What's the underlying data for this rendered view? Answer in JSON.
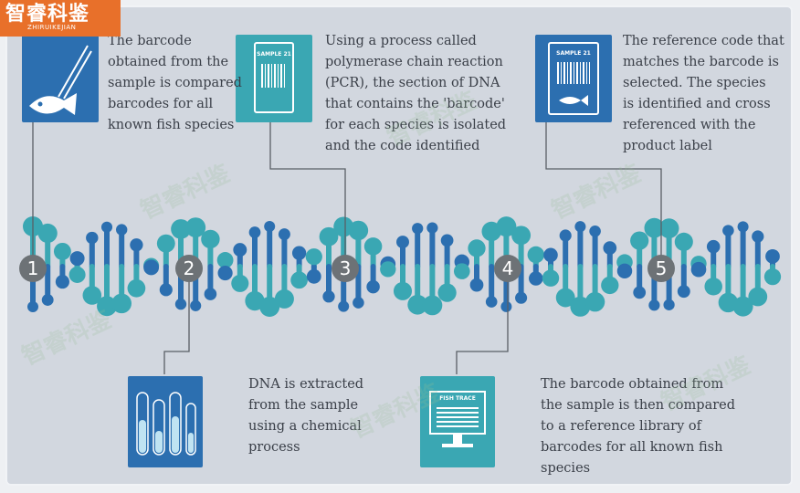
{
  "logo": {
    "main": "智睿科鉴",
    "sub": "ZHIRUIKEJIAN"
  },
  "watermarks": [
    "智睿科鉴",
    "智睿科鉴",
    "智睿科鉴",
    "智睿科鉴",
    "智睿科鉴",
    "智睿科鉴"
  ],
  "steps": [
    {
      "number": "1",
      "text": "The barcode\nobtained from the\nsample is compared\nbarcodes for all\nknown fish species"
    },
    {
      "number": "2",
      "text": "DNA is extracted\nfrom the sample\nusing a chemical\nprocess"
    },
    {
      "number": "3",
      "text": "Using a process called\npolymerase chain reaction\n(PCR), the section of DNA\nthat contains the 'barcode'\nfor each species is isolated\nand the code identified"
    },
    {
      "number": "4",
      "text": "The barcode obtained from\nthe sample is then compared\nto a reference library of\nbarcodes for all known fish\nspecies"
    },
    {
      "number": "5",
      "text": "The reference code that\nmatches the barcode is\nselected. The species\nis identified and cross\nreferenced with the\nproduct label"
    }
  ],
  "cards": {
    "sample_label": "SAMPLE 21",
    "result_label": "SAMPLE 21",
    "monitor_label": "FISH TRACE"
  },
  "colors": {
    "dark_blue": "#2c6fb0",
    "teal": "#3aa7b3",
    "connector": "#5a5f66"
  }
}
